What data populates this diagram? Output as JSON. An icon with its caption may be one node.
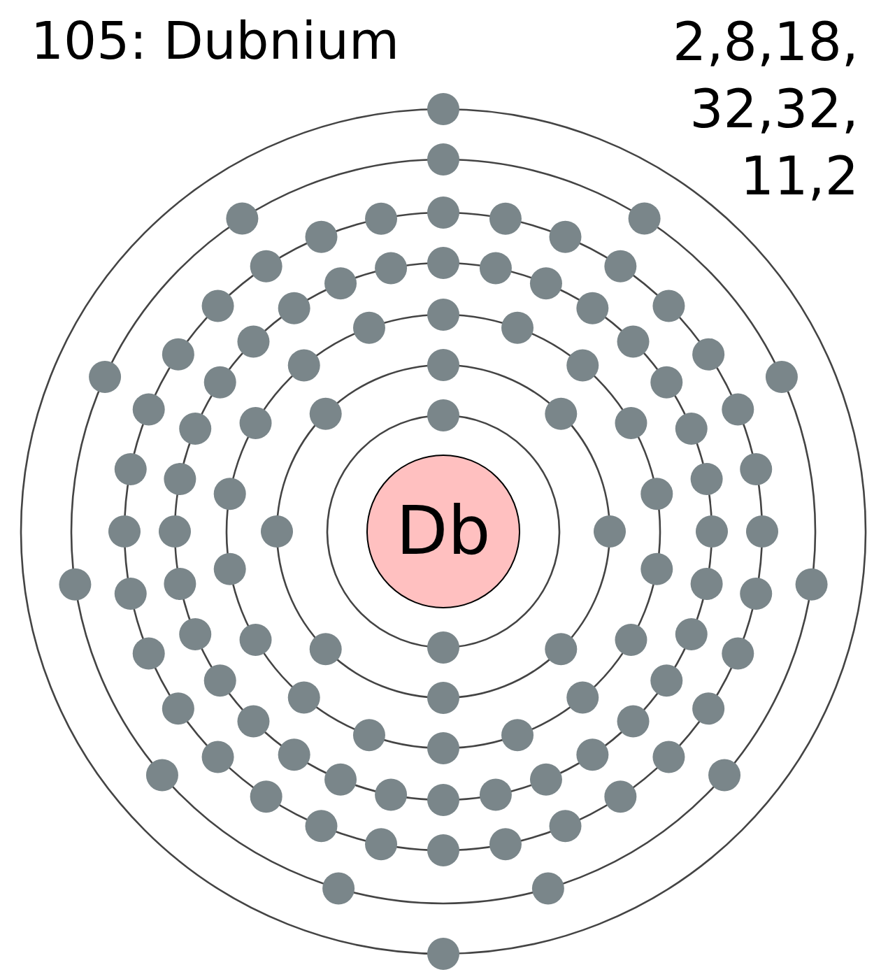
{
  "diagram": {
    "title": "105: Dubnium",
    "nodes": [
      {
        "text": [
          "Db"
        ]
      }
    ],
    "edges": [],
    "labels": [
      "2,8,18, 32,32, 11,2"
    ]
  }
}
